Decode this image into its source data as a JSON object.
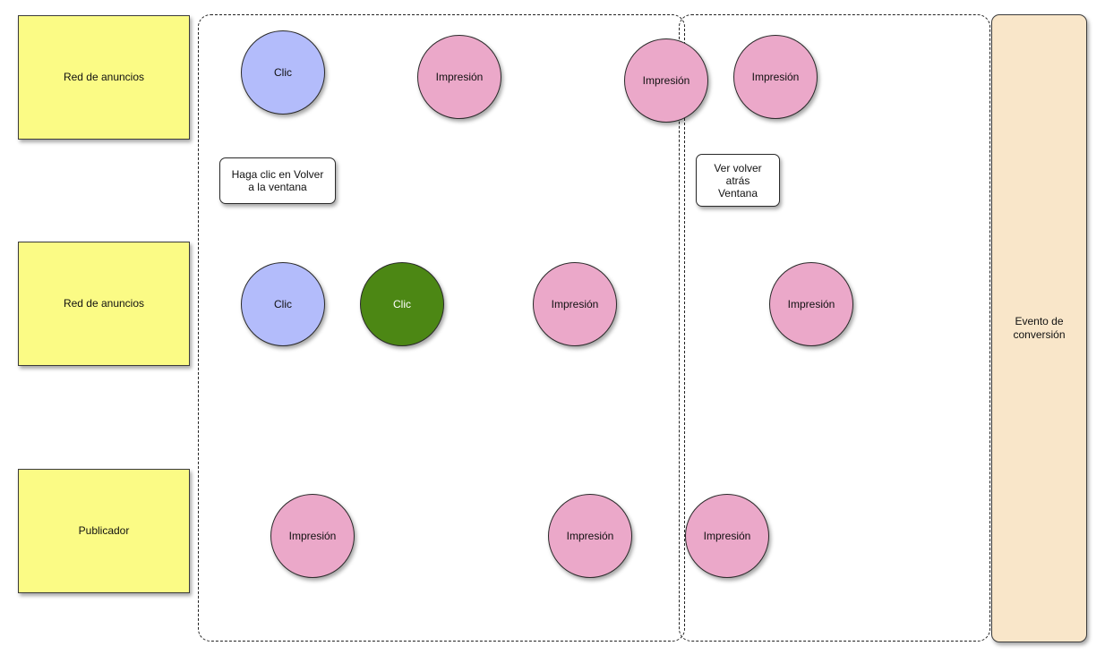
{
  "lanes": [
    {
      "label": "Red de anuncios"
    },
    {
      "label": "Red de anuncios"
    },
    {
      "label": "Publicador"
    }
  ],
  "callouts": {
    "click_window": "Haga clic en Volver a la ventana",
    "view_window": "Ver volver atrás Ventana"
  },
  "conversion": {
    "label": "Evento de conversión"
  },
  "nodes": [
    {
      "label": "Clic",
      "kind": "click"
    },
    {
      "label": "Impresión",
      "kind": "impression"
    },
    {
      "label": "Impresión",
      "kind": "impression"
    },
    {
      "label": "Impresión",
      "kind": "impression"
    },
    {
      "label": "Clic",
      "kind": "click"
    },
    {
      "label": "Clic",
      "kind": "click-attributed"
    },
    {
      "label": "Impresión",
      "kind": "impression"
    },
    {
      "label": "Impresión",
      "kind": "impression"
    },
    {
      "label": "Impresión",
      "kind": "impression"
    },
    {
      "label": "Impresión",
      "kind": "impression"
    },
    {
      "label": "Impresión",
      "kind": "impression"
    }
  ],
  "colors": {
    "lane": "#fbfb85",
    "impression": "#eba8c9",
    "click": "#b3bcfb",
    "click_attributed": "#4c8714",
    "conversion": "#f9e6c9"
  }
}
